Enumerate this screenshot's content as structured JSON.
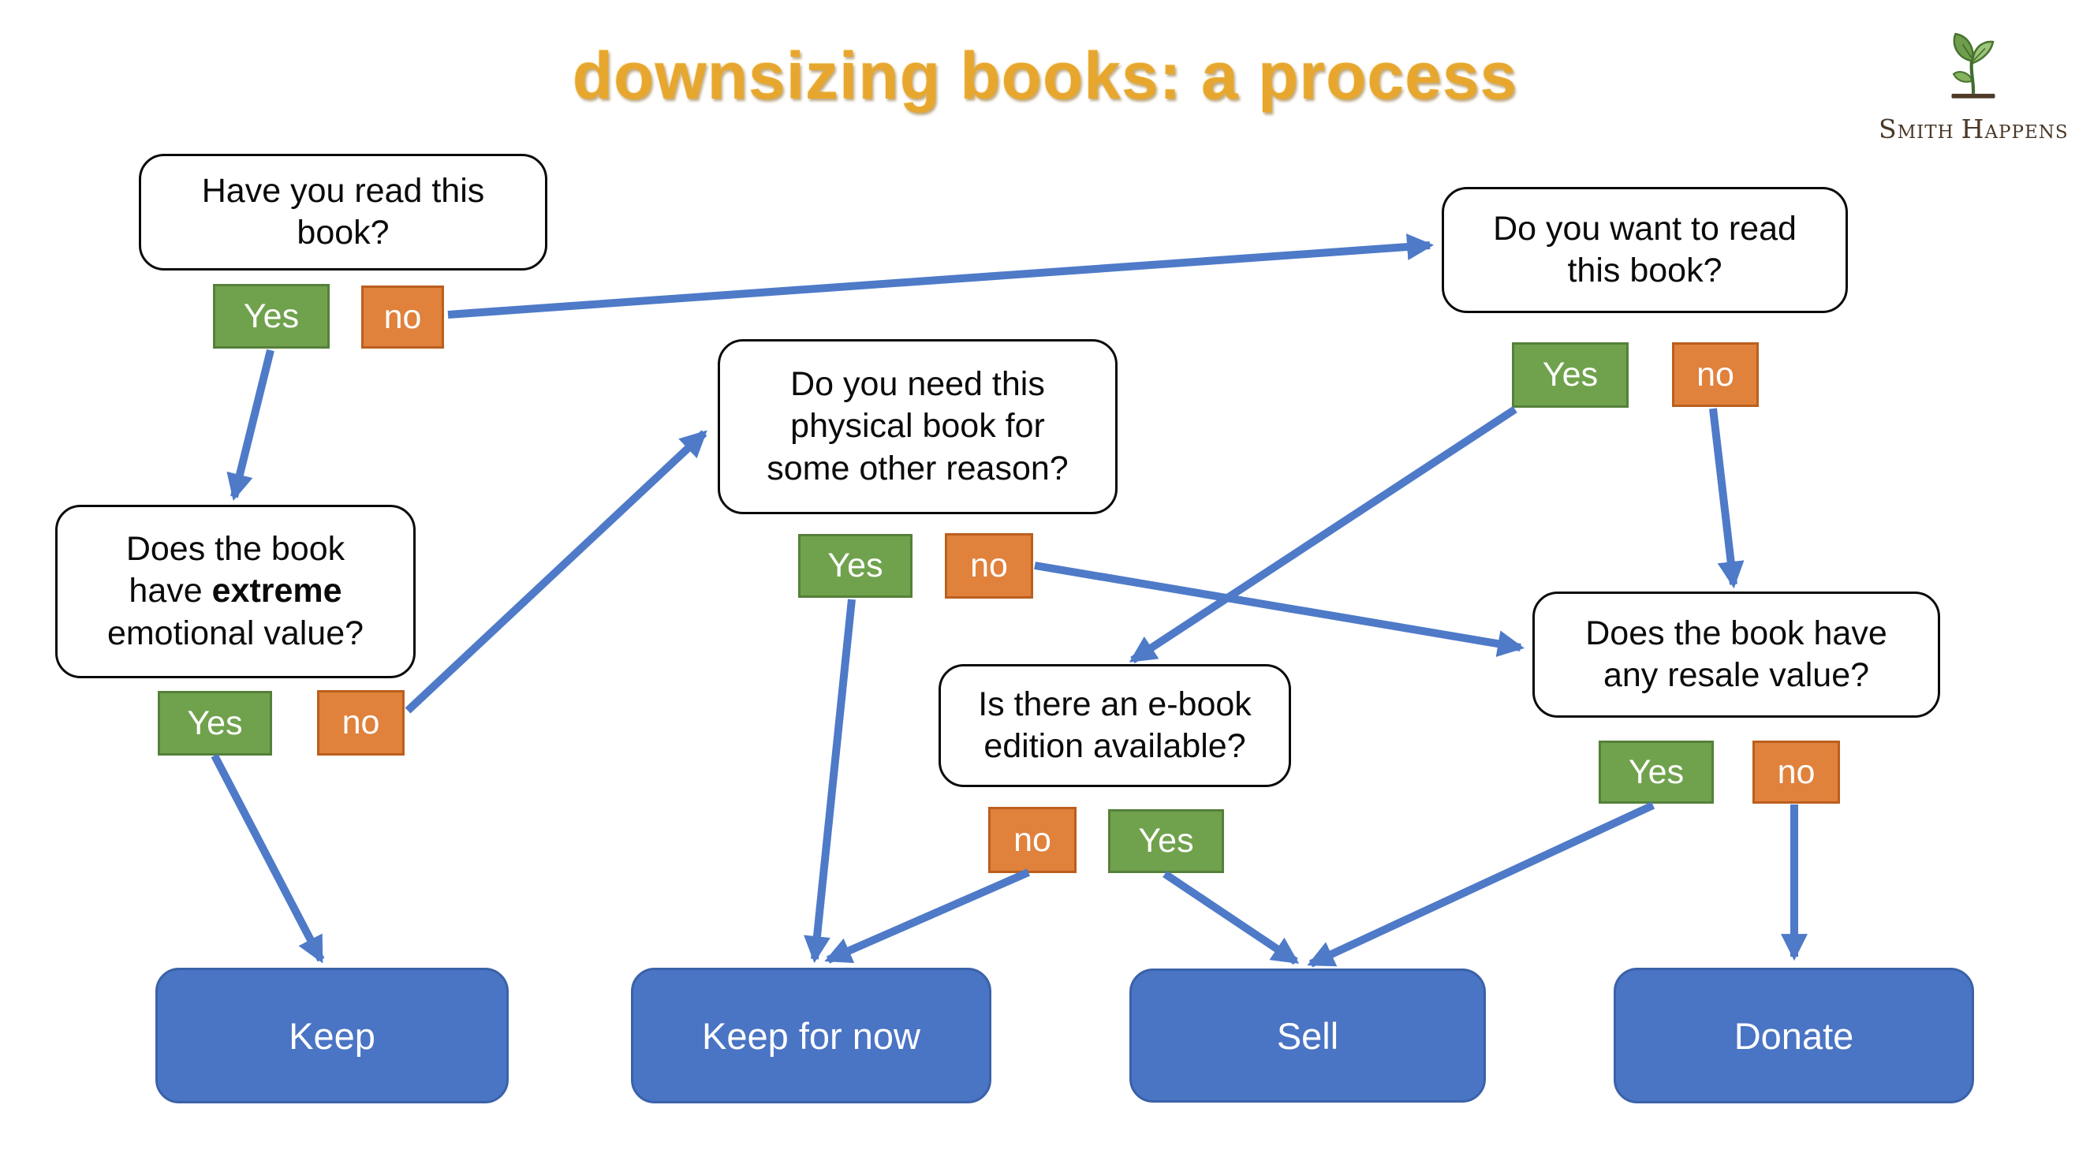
{
  "title": "downsizing books: a process",
  "logo": {
    "word1": "Smith",
    "word2": "Happens"
  },
  "answers": {
    "yes": "Yes",
    "no": "no"
  },
  "questions": {
    "q1": {
      "lines": [
        "Have you read this",
        "book?"
      ],
      "options": [
        "Yes",
        "no"
      ]
    },
    "q2": {
      "lines": [
        "Do you want to read",
        "this book?"
      ],
      "options": [
        "Yes",
        "no"
      ]
    },
    "q3": {
      "lines": [
        "Do you need this",
        "physical book for",
        "some other reason?"
      ],
      "options": [
        "Yes",
        "no"
      ]
    },
    "q4": {
      "pre": "Does the book\nhave ",
      "bold": "extreme",
      "post": "\nemotional value?",
      "options": [
        "Yes",
        "no"
      ]
    },
    "q5": {
      "lines": [
        "Is there an e-book",
        "edition available?"
      ],
      "options": [
        "no",
        "Yes"
      ]
    },
    "q6": {
      "lines": [
        "Does the book have",
        "any resale value?"
      ],
      "options": [
        "Yes",
        "no"
      ]
    }
  },
  "outcomes": {
    "keep": "Keep",
    "keep_for_now": "Keep for now",
    "sell": "Sell",
    "donate": "Donate"
  },
  "edges": [
    {
      "from": "have-you-read-this-book",
      "answer": "no",
      "to": "do-you-want-to-read-this-book"
    },
    {
      "from": "have-you-read-this-book",
      "answer": "Yes",
      "to": "does-the-book-have-extreme-emotional-value"
    },
    {
      "from": "does-the-book-have-extreme-emotional-value",
      "answer": "Yes",
      "to": "Keep"
    },
    {
      "from": "does-the-book-have-extreme-emotional-value",
      "answer": "no",
      "to": "do-you-need-this-physical-book"
    },
    {
      "from": "do-you-need-this-physical-book",
      "answer": "Yes",
      "to": "Keep for now"
    },
    {
      "from": "do-you-need-this-physical-book",
      "answer": "no",
      "to": "does-the-book-have-any-resale-value"
    },
    {
      "from": "do-you-want-to-read-this-book",
      "answer": "Yes",
      "to": "is-there-an-ebook-edition-available"
    },
    {
      "from": "do-you-want-to-read-this-book",
      "answer": "no",
      "to": "does-the-book-have-any-resale-value"
    },
    {
      "from": "is-there-an-ebook-edition-available",
      "answer": "no",
      "to": "Keep for now"
    },
    {
      "from": "is-there-an-ebook-edition-available",
      "answer": "Yes",
      "to": "Sell"
    },
    {
      "from": "does-the-book-have-any-resale-value",
      "answer": "Yes",
      "to": "Sell"
    },
    {
      "from": "does-the-book-have-any-resale-value",
      "answer": "no",
      "to": "Donate"
    }
  ],
  "colors": {
    "yes_green": "#70a24d",
    "no_orange": "#e0813c",
    "outcome_blue": "#4a74c4",
    "arrow_blue": "#4e7ac8",
    "title_gold": "#e7a72f"
  }
}
